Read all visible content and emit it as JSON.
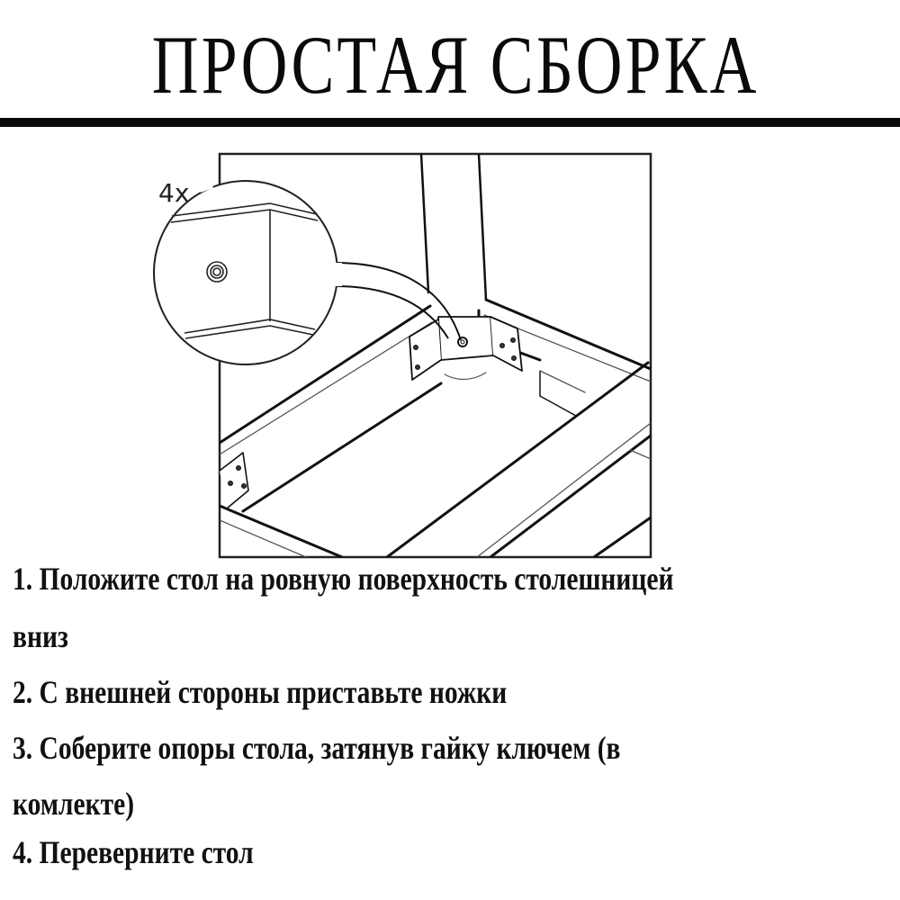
{
  "header": {
    "title": "ПРОСТАЯ СБОРКА"
  },
  "illustration": {
    "callout_label": "4x",
    "description": "Line drawing of an upside-down table frame corner with a leg mounting bracket; magnified circular callout shows bolt/nut"
  },
  "steps": [
    {
      "number": "1.",
      "lines": [
        "1. Положите стол на ровную поверхность столешницей",
        "вниз"
      ]
    },
    {
      "number": "2.",
      "lines": [
        "2. С внешней стороны приставьте ножки"
      ]
    },
    {
      "number": "3.",
      "lines": [
        "3. Соберите опоры стола, затянув гайку ключем (в",
        "комлекте)"
      ]
    },
    {
      "number": "4.",
      "lines": [
        "4. Переверните стол"
      ]
    }
  ],
  "colors": {
    "text": "#111111",
    "rule": "#0a0a0a",
    "background": "#ffffff"
  }
}
